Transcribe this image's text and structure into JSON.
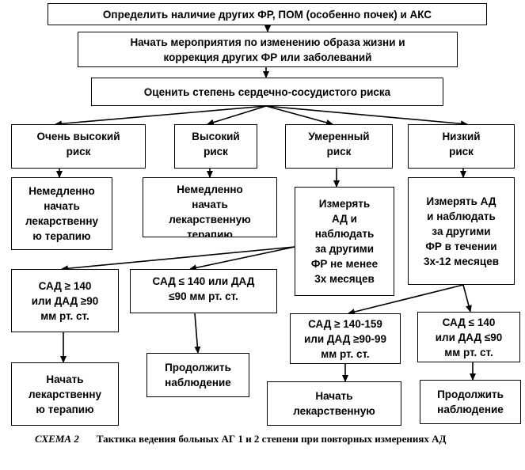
{
  "boxes": {
    "determine": "Определить наличие других ФР, ПОМ (особенно почек) и АКС",
    "lifestyle": "Начать мероприятия по изменению образа жизни и\nкоррекция других ФР или заболеваний",
    "assess": "Оценить степень сердечно-сосудистого риска",
    "risk_very_high": "Очень высокий\nриск",
    "risk_high": "Высокий\nриск",
    "risk_moderate": "Умеренный\nриск",
    "risk_low": "Низкий\nриск",
    "action_very_high": "Немедленно\nначать\nлекарственну\nю терапию",
    "action_high": "Немедленно\nначать\nлекарственную\nтерапию",
    "action_moderate": "Измерять\nАД и\nнаблюдать\nза другими\nФР не менее\n3х месяцев",
    "action_low": "Измерять АД\nи наблюдать\nза другими\nФР в течении\n3х-12 месяцев",
    "sad_ge140": "САД ≥ 140\nили ДАД ≥90\nмм рт. ст.",
    "sad_le140_mid": "САД ≤ 140 или ДАД\n≤90 мм рт. ст.",
    "sad_140_159": "САД ≥ 140-159\nили ДАД ≥90-99\nмм рт. ст.",
    "sad_le140_right": "САД ≤ 140\nили ДАД ≤90\nмм рт. ст.",
    "start_therapy_left": "Начать\nлекарственну\nю терапию",
    "continue_mid": "Продолжить\nнаблюдение",
    "start_therapy_right": "Начать\nлекарственную",
    "continue_right": "Продолжить\nнаблюдение"
  },
  "caption": {
    "label": "СХЕМА 2",
    "text": "Тактика ведения больных АГ 1 и 2 степени при повторных измерениях АД"
  }
}
